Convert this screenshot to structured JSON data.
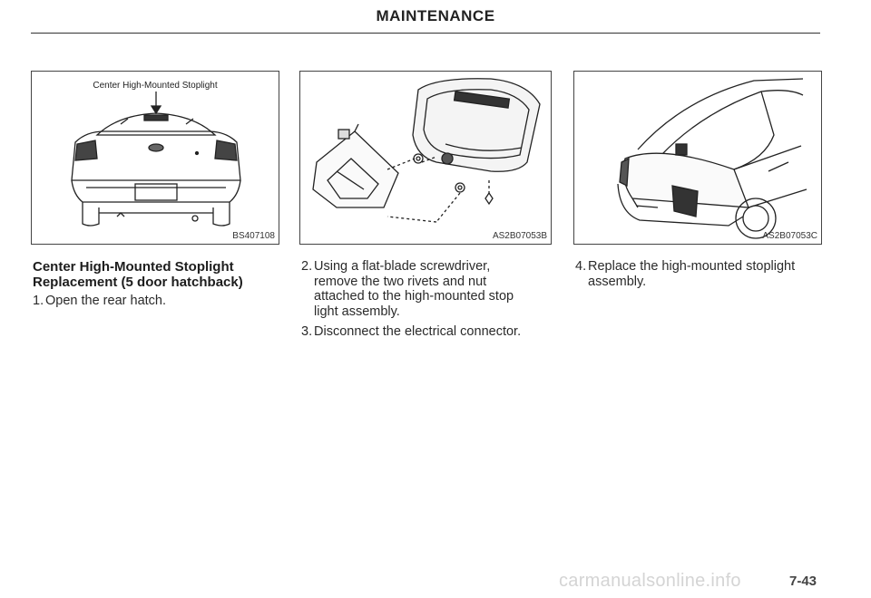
{
  "header": {
    "title": "MAINTENANCE"
  },
  "figures": [
    {
      "caption": "Center High-Mounted Stoplight",
      "id": "BS407108"
    },
    {
      "id": "AS2B07053B"
    },
    {
      "id": "AS2B07053C"
    }
  ],
  "section": {
    "heading_line1": "Center High-Mounted Stoplight",
    "heading_line2": "Replacement (5 door hatchback)"
  },
  "steps": [
    {
      "num": "1.",
      "lines": [
        "Open the rear hatch."
      ]
    },
    {
      "num": "2.",
      "lines": [
        "Using a flat-blade screwdriver,",
        "remove the two rivets and nut",
        "attached to the high-mounted stop",
        "light assembly."
      ]
    },
    {
      "num": "3.",
      "lines": [
        "Disconnect the electrical connector."
      ]
    },
    {
      "num": "4.",
      "lines": [
        "Replace the high-mounted stoplight",
        "assembly."
      ]
    }
  ],
  "footer": {
    "page_number": "7-43",
    "watermark": "carmanualsonline.info"
  }
}
